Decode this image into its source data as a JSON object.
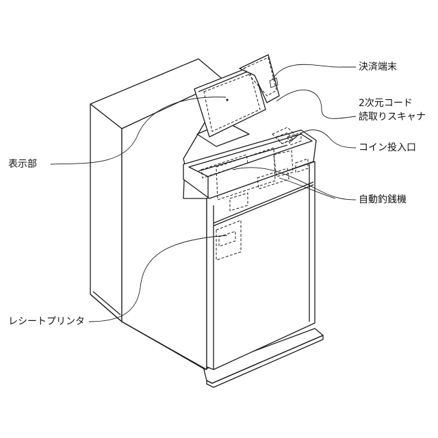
{
  "labels": {
    "payment_terminal": "決済端末",
    "qr_scanner_line1": "2次元コード",
    "qr_scanner_line2": "読取りスキャナ",
    "coin_slot": "コイン投入口",
    "display": "表示部",
    "change_machine": "自動釣銭機",
    "receipt_printer": "レシートプリンタ"
  }
}
